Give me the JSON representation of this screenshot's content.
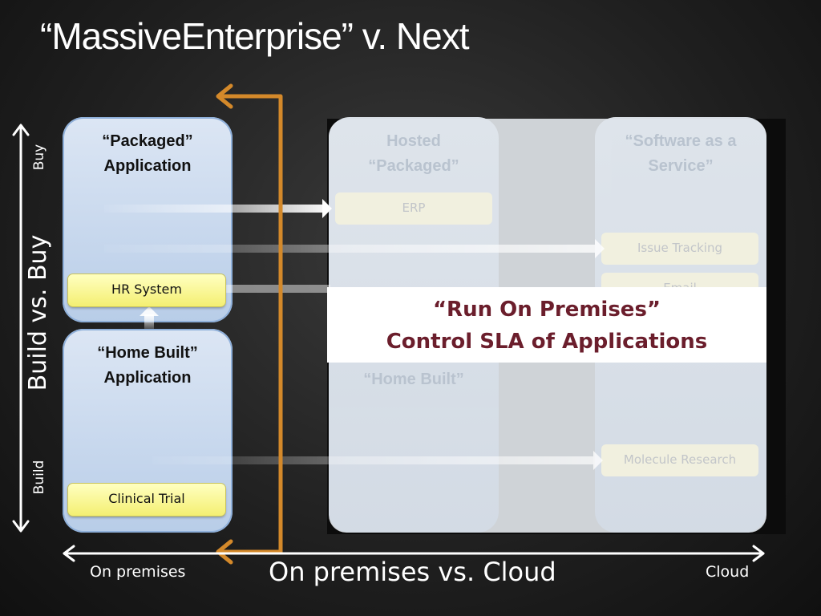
{
  "slide": {
    "title": "“MassiveEnterprise” v. Next"
  },
  "columns": {
    "packaged": {
      "line1": "“Packaged”",
      "line2": "Application"
    },
    "home_built": {
      "line1": "“Home Built”",
      "line2": "Application"
    },
    "hosted": {
      "line1": "Hosted",
      "line2": "“Packaged”"
    },
    "saas": {
      "line1": "“Software as a",
      "line2": "Service”"
    },
    "home_built_cloud": "“Home Built”"
  },
  "apps": {
    "hr_system": "HR System",
    "clinical_trial": "Clinical Trial",
    "erp": "ERP",
    "issue_tracking": "Issue Tracking",
    "email": "Email",
    "molecule_research": "Molecule Research"
  },
  "banner": {
    "line1": "“Run On Premises”",
    "line2": "Control SLA of Applications"
  },
  "axes": {
    "vertical_title": "Build vs. Buy",
    "buy": "Buy",
    "build": "Build",
    "horizontal_title": "On premises vs. Cloud",
    "on_premises": "On premises",
    "cloud": "Cloud"
  },
  "colors": {
    "arrow_orange": "#d4892a",
    "banner_text": "#6b1e2c",
    "pill_yellow": "#f4ef72"
  }
}
